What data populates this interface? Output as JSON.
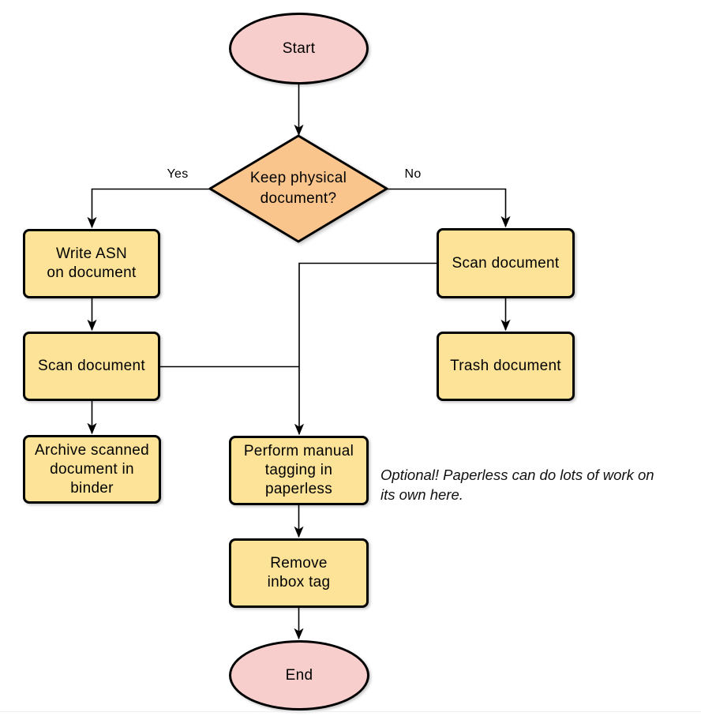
{
  "diagram": {
    "type": "flowchart",
    "background_color": "#ffffff",
    "colors": {
      "terminal_fill": "#F8CECC",
      "decision_fill": "#FAC58C",
      "process_fill": "#FDE398",
      "stroke": "#000000"
    },
    "nodes": {
      "start": {
        "shape": "ellipse",
        "label": "Start"
      },
      "decision": {
        "shape": "diamond",
        "label": "Keep physical\ndocument?"
      },
      "write_asn": {
        "shape": "process",
        "label": "Write ASN\non document"
      },
      "scan_left": {
        "shape": "process",
        "label": "Scan document"
      },
      "archive": {
        "shape": "process",
        "label": "Archive scanned\ndocument in\nbinder"
      },
      "scan_right": {
        "shape": "process",
        "label": "Scan document"
      },
      "trash": {
        "shape": "process",
        "label": "Trash document"
      },
      "perform_tagging": {
        "shape": "process",
        "label": "Perform manual\ntagging in\npaperless"
      },
      "remove_inbox": {
        "shape": "process",
        "label": "Remove\ninbox tag"
      },
      "end": {
        "shape": "ellipse",
        "label": "End"
      }
    },
    "edge_labels": {
      "yes": "Yes",
      "no": "No"
    },
    "annotation": "Optional! Paperless can do lots of work on\nits own here."
  }
}
